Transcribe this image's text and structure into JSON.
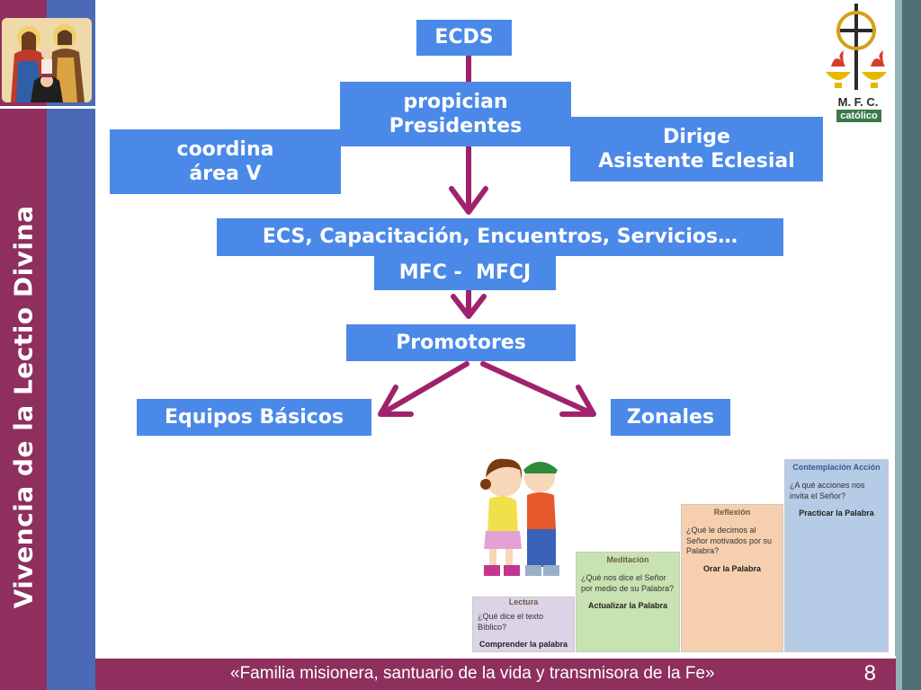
{
  "side": {
    "title": "Vivencia de la Lectio Divina"
  },
  "logo": {
    "line1": "M. F. C.",
    "line2": "católico"
  },
  "diagram": {
    "ecds": "ECDS",
    "propician": {
      "line1": "propician",
      "line2": "Presidentes"
    },
    "coordina": {
      "line1": "coordina",
      "line2": "área V"
    },
    "dirige": {
      "line1": "Dirige",
      "line2": "Asistente Eclesial"
    },
    "ecs": "ECS, Capacitación, Encuentros, Servicios…",
    "mfc": "MFC -  MFCJ",
    "promotores": "Promotores",
    "equipos": "Equipos Básicos",
    "zonales": "Zonales"
  },
  "steps": [
    {
      "title": "Lectura",
      "question": "¿Qué dice el texto Bíblico?",
      "action": "Comprender la palabra",
      "color": "#dcd3e6"
    },
    {
      "title": "Meditación",
      "question": "¿Qué nos dice el Señor por medio de su Palabra?",
      "action": "Actualizar la Palabra",
      "color": "#c8e2b2"
    },
    {
      "title": "Reflexión",
      "question": "¿Qué le decimos al Señor motivados por su Palabra?",
      "action": "Orar la Palabra",
      "color": "#f6cfae"
    },
    {
      "title": "Contemplación Acción",
      "question": "¿A qué acciones nos invita el Señor?",
      "action": "Practicar la Palabra",
      "color": "#b5cbe6"
    }
  ],
  "footer": {
    "text": "«Familia misionera, santuario de la vida y transmisora de la Fe»",
    "page": "8"
  },
  "colors": {
    "box": "#4b89e9",
    "arrow": "#a0226e",
    "maroon": "#8e2f5e",
    "blue_band": "#4a6ab5"
  }
}
